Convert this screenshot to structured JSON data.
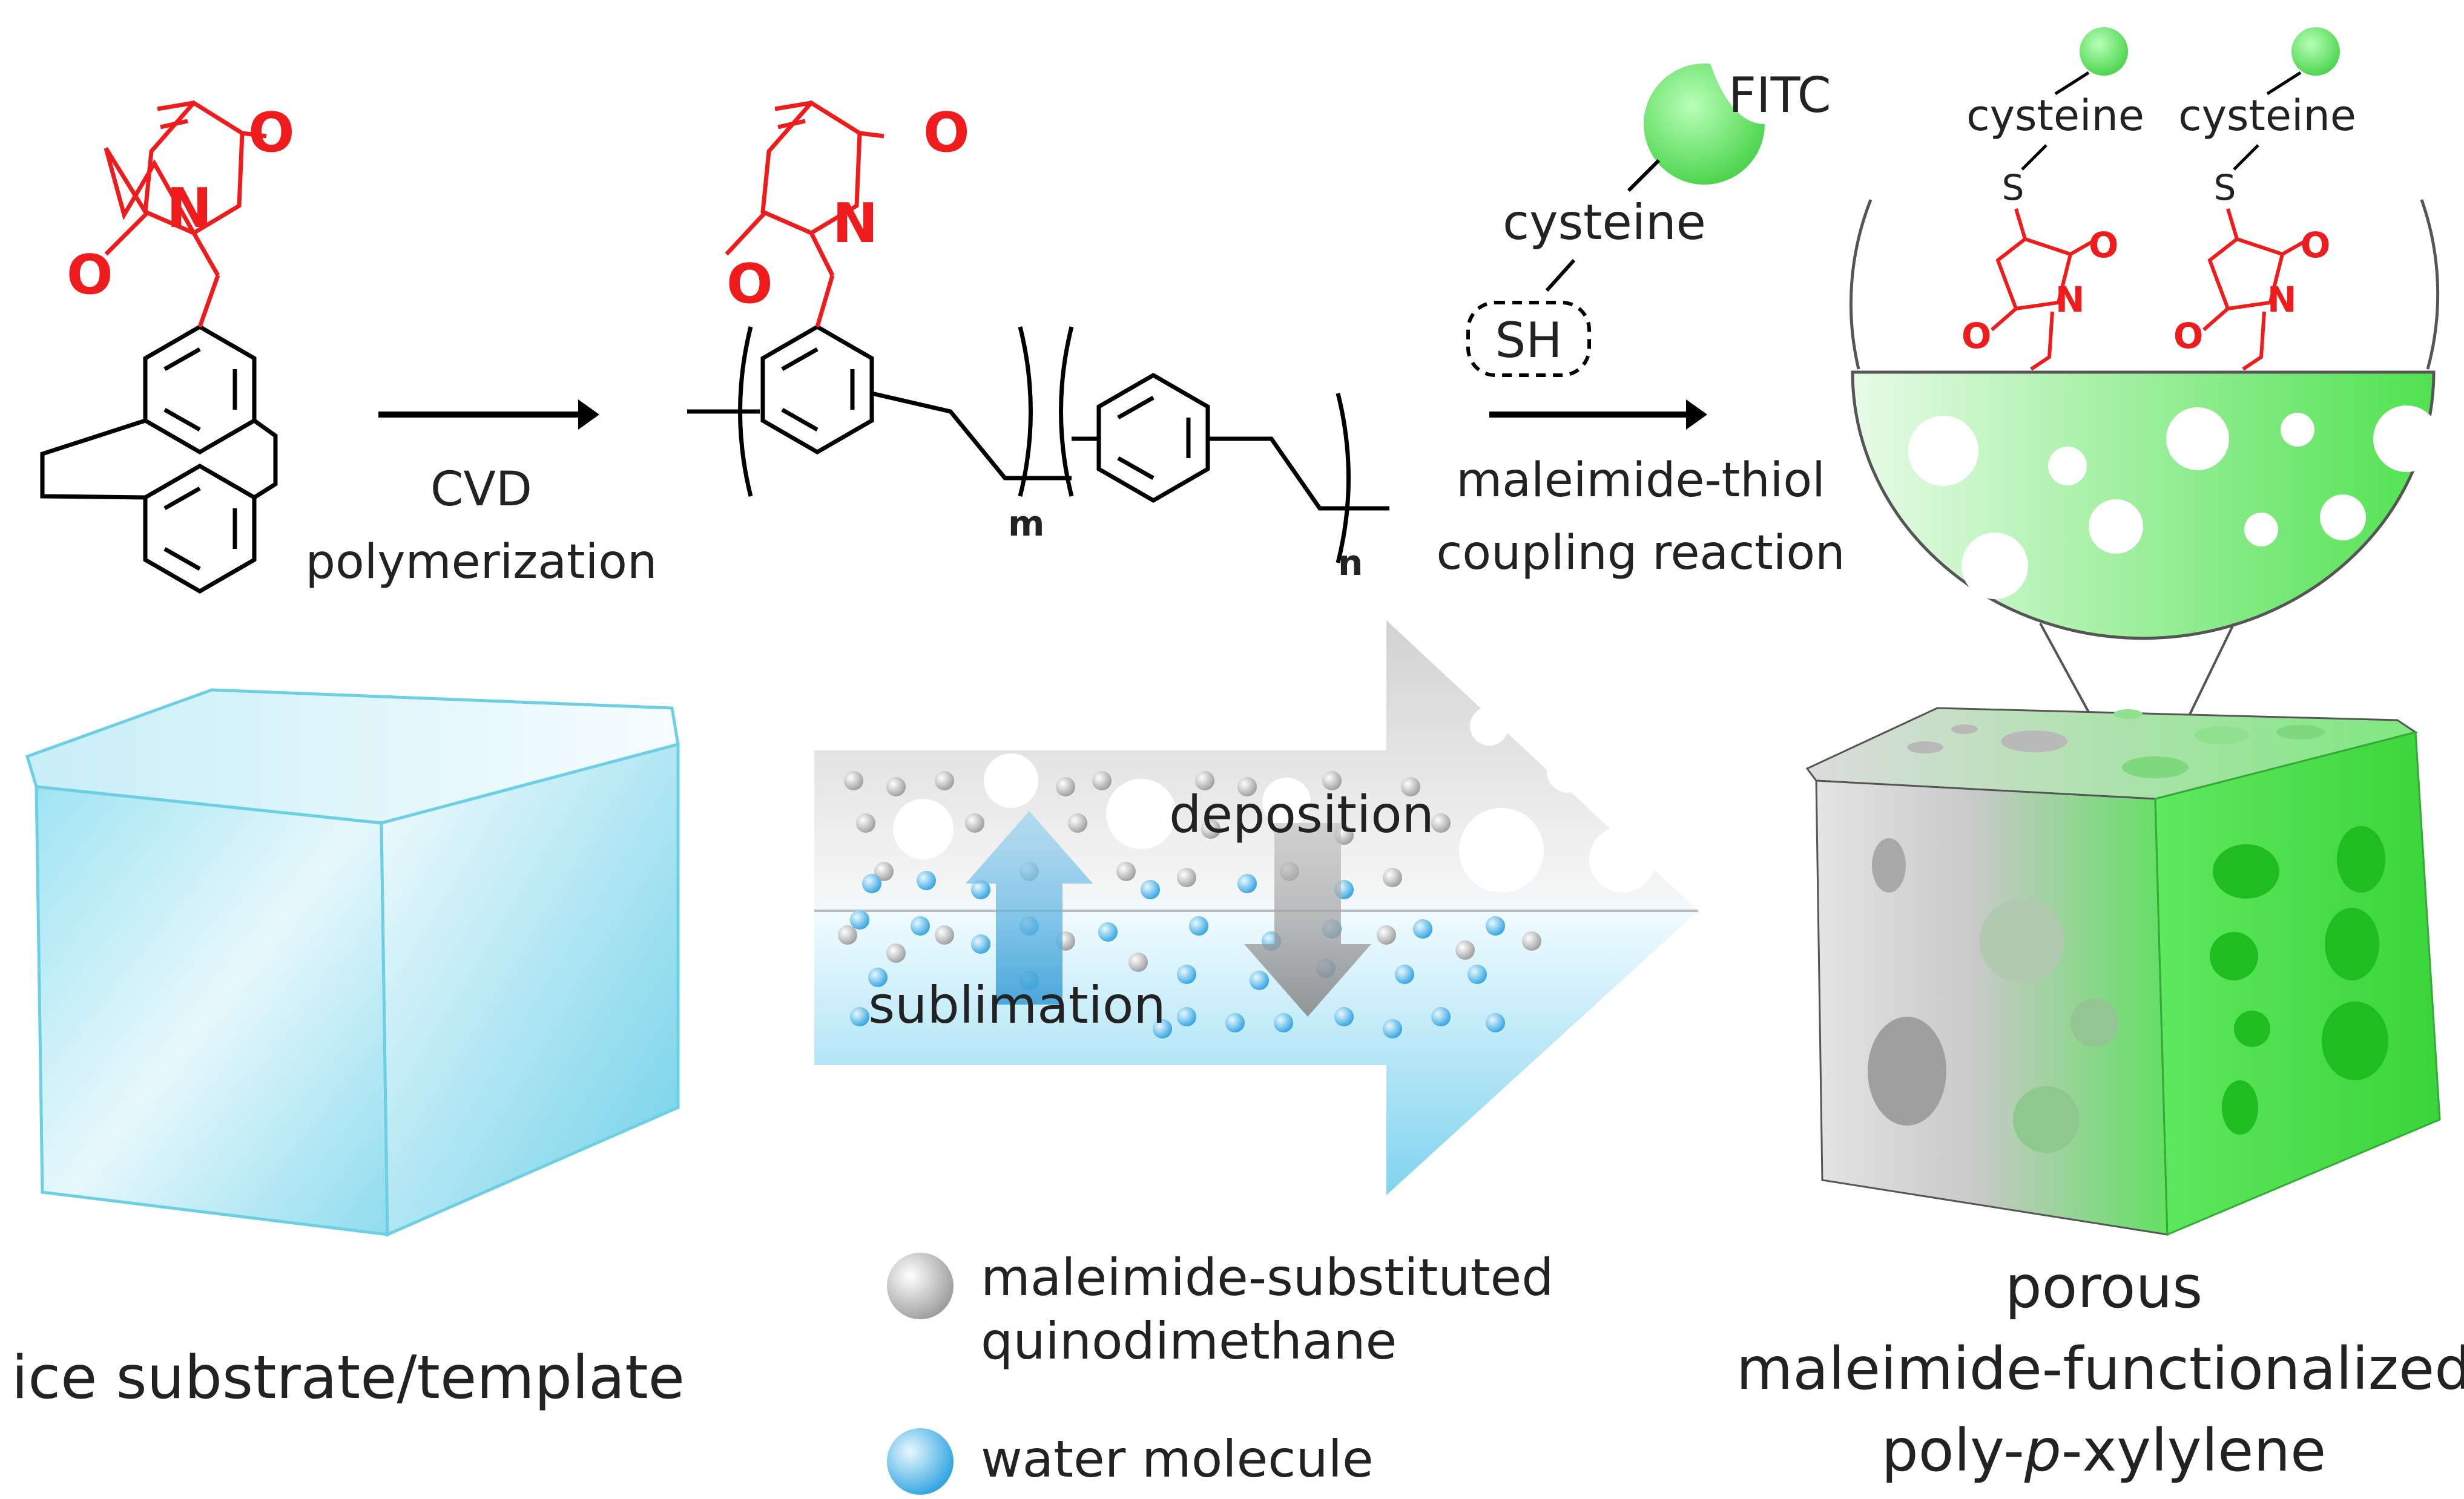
{
  "precursor": {
    "atoms": {
      "oxygen_top": "O",
      "nitrogen": "N",
      "oxygen_left": "O"
    }
  },
  "step1": {
    "label_line1": "CVD",
    "label_line2": "polymerization"
  },
  "polymer": {
    "atoms": {
      "oxygen_top": "O",
      "nitrogen": "N",
      "oxygen_left": "O"
    },
    "subscript_m": "m",
    "subscript_n": "n"
  },
  "reagent": {
    "dye": "FITC",
    "amino_acid": "cysteine",
    "thiol": "SH"
  },
  "step2": {
    "label_line1": "maleimide-thiol",
    "label_line2": "coupling reaction"
  },
  "surface_detail": {
    "conjugates": [
      {
        "amino_acid": "cysteine",
        "sulfur": "S",
        "nitrogen": "N",
        "oxygen_1": "O",
        "oxygen_2": "O"
      },
      {
        "amino_acid": "cysteine",
        "sulfur": "S",
        "nitrogen": "N",
        "oxygen_1": "O",
        "oxygen_2": "O"
      }
    ]
  },
  "process": {
    "deposition": "deposition",
    "sublimation": "sublimation"
  },
  "legend": {
    "items": [
      {
        "label_line1": "maleimide-substituted",
        "label_line2": "quinodimethane",
        "color": "#bdbdbd"
      },
      {
        "label_line1": "water molecule",
        "label_line2": "",
        "color": "#4fb3e8"
      }
    ]
  },
  "ice_cube": {
    "caption": "ice substrate/template"
  },
  "product": {
    "caption_line1": "porous",
    "caption_line2": "maleimide-functionalized",
    "caption_line3_prefix": "poly-",
    "caption_line3_italic": "p",
    "caption_line3_suffix": "-xylylene"
  },
  "colors": {
    "maleimide": "#ee1c1c",
    "fluorescein": "#6ef06e",
    "ice": "#7fd7ec",
    "polymer_green": "#39d839"
  }
}
